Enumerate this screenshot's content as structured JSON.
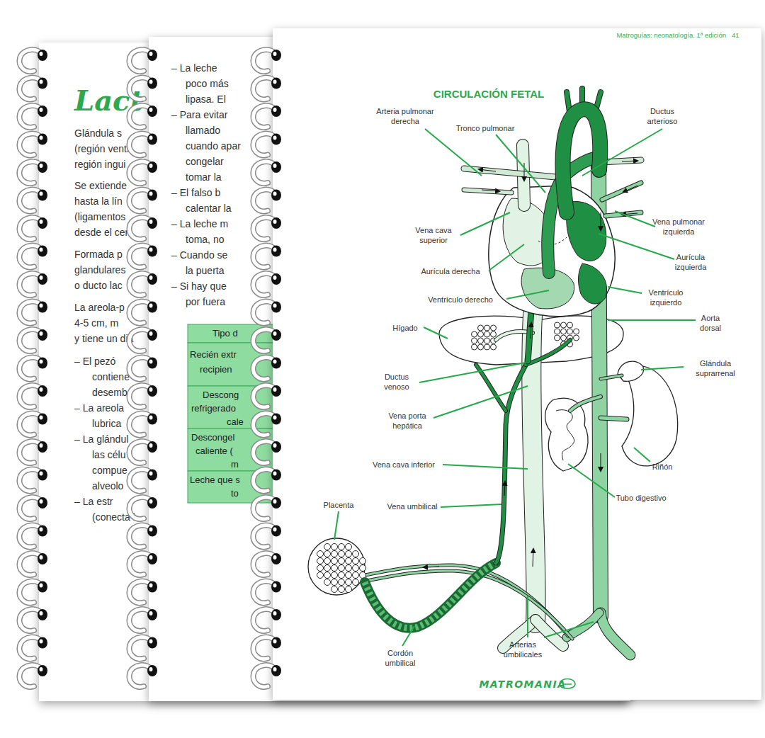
{
  "diagram": {
    "title": "CIRCULACIÓN FETAL",
    "labels": [
      "Lact",
      "Glándula s",
      "(región ventr",
      "región ingui",
      "Se extiende",
      "hasta la lín",
      "(ligamentos",
      "desde el cen",
      "Formada p",
      "glandulares",
      "o ducto lac",
      "La areola-p",
      "4-5 cm, m",
      "y tiene un diá",
      "– El pezó",
      "contiene",
      "desemb",
      "– La areola",
      "lubrica",
      "– La glándul",
      "las célu",
      "compue",
      "alveolo",
      "– La estr",
      "(conecta l",
      "– La leche",
      "poco más",
      "lipasa. El",
      "– Para evitar",
      "llamado",
      "cuando apar",
      "congelar",
      "tomar la",
      "– El falso b",
      "calentar la",
      "– La leche m",
      "toma, no",
      "– Cuando se",
      "la puerta",
      "– Si hay que",
      "por fuera",
      "Tipo d",
      "Recién extr",
      "recipien",
      "Descong",
      "refrigerado",
      "cale",
      "Descongel",
      "caliente (",
      "m",
      "Leche que s",
      "to",
      "Matroguías: neonatología. 1ª edición",
      "41",
      "Arteria pulmonar derecha",
      "Tronco pulmonar",
      "Ductus arterioso",
      "Vena cava superior",
      "Vena pulmonar izquierda",
      "Aurícula izquierda",
      "Aurícula derecha",
      "Ventrículo derecho",
      "Ventrículo izquierdo",
      "Hígado",
      "Aorta dorsal",
      "Glándula suprarrenal",
      "Ductus venoso",
      "Vena porta hepática",
      "Vena cava inferior",
      "Riñón",
      "Tubo digestivo",
      "Placenta",
      "Vena umbilical",
      "Cordón umbilical",
      "Arterias umbilicales",
      "MATROMANIA"
    ]
  }
}
